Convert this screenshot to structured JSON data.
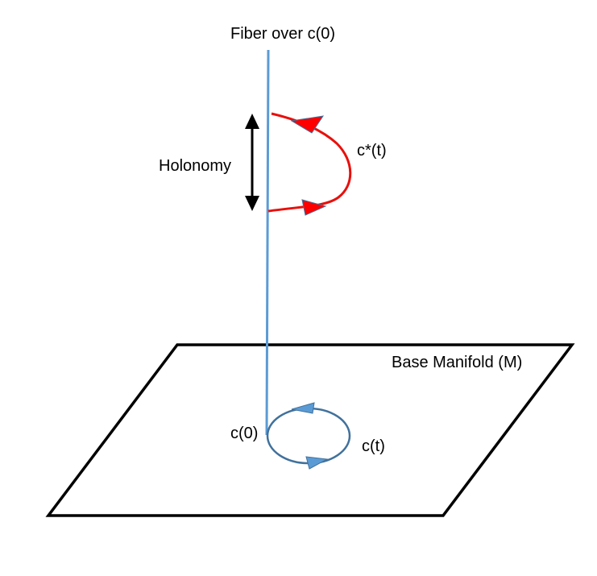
{
  "labels": {
    "fiber": "Fiber over c(0)",
    "holonomy": "Holonomy",
    "lift_curve": "c*(t)",
    "base_manifold": "Base Manifold (M)",
    "base_point": "c(0)",
    "base_curve": "c(t)"
  },
  "colors": {
    "fiber_line": "#5b9bd5",
    "base_loop": "#41719c",
    "base_arrow": "#5b9bd5",
    "lift_curve": "#e8100c",
    "lift_arrow": "#ff0000",
    "outline": "#000000"
  }
}
